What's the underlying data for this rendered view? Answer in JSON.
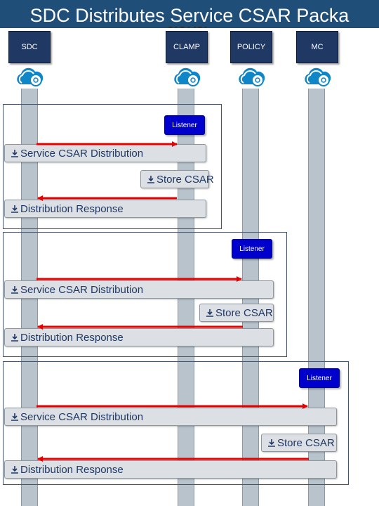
{
  "title": "SDC Distributes Service CSAR Packa",
  "title_wrap": "acka",
  "actors": [
    "SDC",
    "CLAMP",
    "POLICY",
    "MC"
  ],
  "listener_label": "Listener",
  "groups": [
    {
      "messages": [
        "Service CSAR Distribution",
        "Store CSAR",
        "Distribution Response"
      ]
    },
    {
      "messages": [
        "Service CSAR Distribution",
        "Store CSAR",
        "Distribution Response"
      ]
    },
    {
      "messages": [
        "Service CSAR Distribution",
        "Store CSAR",
        "Distribution Response"
      ]
    }
  ],
  "colors": {
    "arrow": "#e60000",
    "listener": "#0000cc",
    "actor": "#1f3864",
    "lifeline": "#b8c3cc",
    "title_bar": "#1f4e79"
  },
  "icons": [
    "cloud-gear-icon",
    "download-icon"
  ]
}
